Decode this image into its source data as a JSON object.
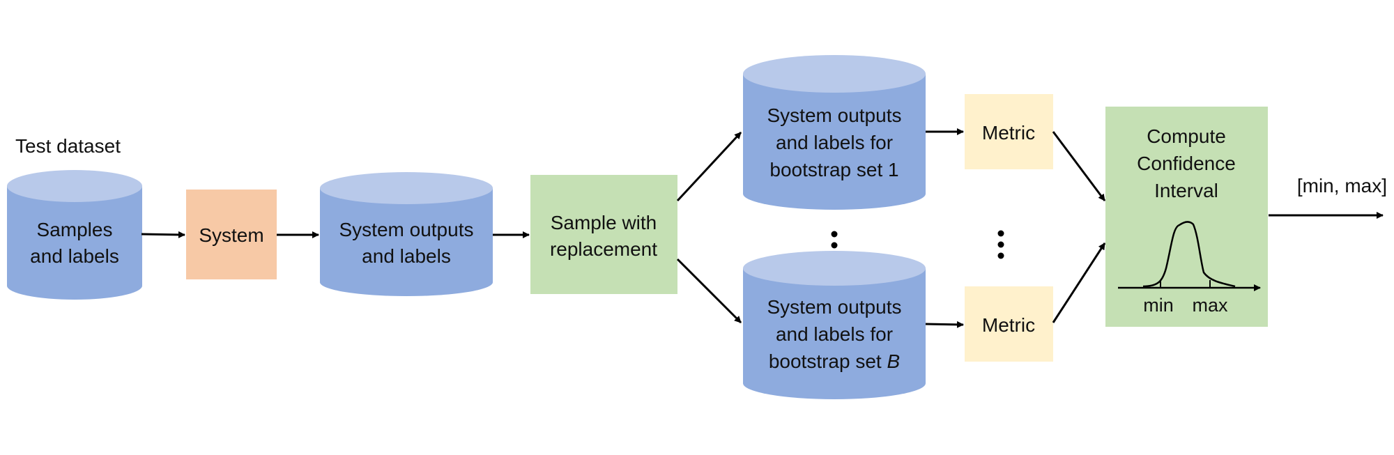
{
  "colors": {
    "cylinder_body": "#8EABDE",
    "cylinder_top": "#B8C9EA",
    "system_box": "#F7C9A6",
    "green_box": "#C5E0B4",
    "metric_box": "#FFF1CC",
    "arrow": "#000000"
  },
  "test_dataset": {
    "caption": "Test dataset",
    "line1": "Samples",
    "line2": "and labels"
  },
  "system": {
    "label": "System"
  },
  "outputs": {
    "line1": "System outputs",
    "line2": "and labels"
  },
  "resample": {
    "line1": "Sample with",
    "line2": "replacement"
  },
  "bootstrap_1": {
    "line1": "System outputs",
    "line2": "and labels for",
    "line3": "bootstrap set 1"
  },
  "bootstrap_b": {
    "line1": "System outputs",
    "line2": "and labels for",
    "line3_prefix": "bootstrap set ",
    "line3_var": "B"
  },
  "metric_1": {
    "label": "Metric"
  },
  "metric_b": {
    "label": "Metric"
  },
  "confidence": {
    "line1": "Compute",
    "line2": "Confidence",
    "line3": "Interval",
    "axis_min": "min",
    "axis_max": "max"
  },
  "result": {
    "label": "[min, max]"
  }
}
